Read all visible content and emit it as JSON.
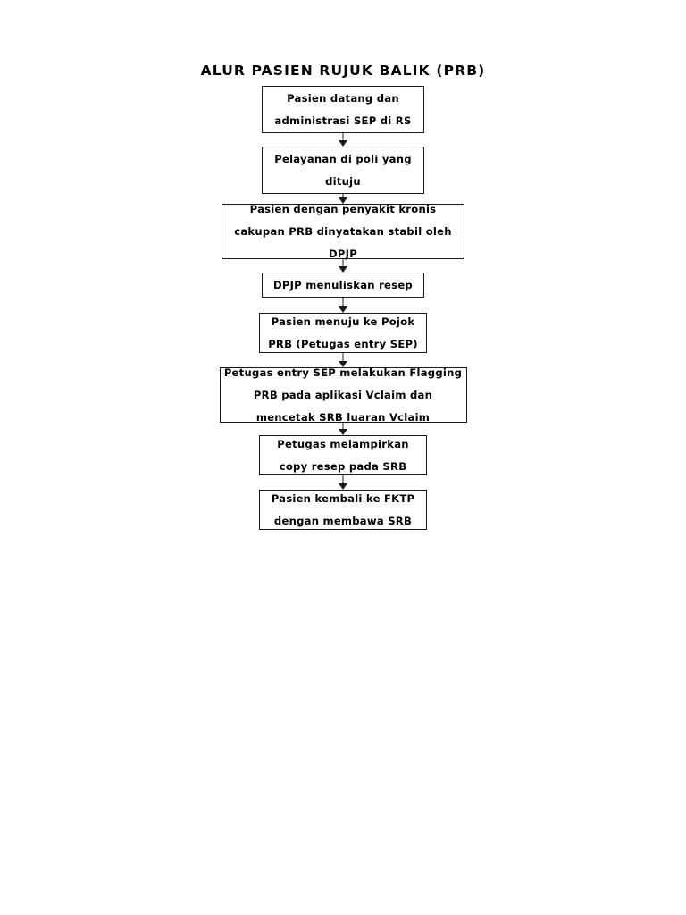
{
  "document": {
    "title": "ALUR PASIEN RUJUK BALIK (PRB)",
    "background_color": "#ffffff",
    "text_color": "#000000",
    "border_color": "#1a1a1a",
    "connector_stem_color": "#8e8e8e",
    "connector_head_color": "#1a1a1a"
  },
  "flowchart": {
    "type": "flowchart",
    "orientation": "vertical",
    "node_count": 8,
    "connector_count": 7,
    "nodes": [
      {
        "id": "node-1",
        "name": "pasien-datang-administrasi-sep",
        "lines": [
          "Pasien datang dan",
          "administrasi SEP di RS"
        ]
      },
      {
        "id": "node-2",
        "name": "pelayanan-di-poli",
        "lines": [
          "Pelayanan di poli yang",
          "dituju"
        ]
      },
      {
        "id": "node-3",
        "name": "pasien-penyakit-kronis-stabil",
        "lines": [
          "Pasien dengan penyakit kronis",
          "cakupan PRB dinyatakan stabil oleh",
          "DPJP"
        ]
      },
      {
        "id": "node-4",
        "name": "dpjp-menuliskan-resep",
        "lines": [
          "DPJP menuliskan resep"
        ]
      },
      {
        "id": "node-5",
        "name": "pasien-menuju-pojok-prb",
        "lines": [
          "Pasien menuju ke Pojok",
          "PRB (Petugas entry SEP)"
        ]
      },
      {
        "id": "node-6",
        "name": "petugas-flagging-vclaim",
        "lines": [
          "Petugas entry SEP melakukan Flagging",
          "PRB pada aplikasi Vclaim dan",
          "mencetak SRB luaran Vclaim"
        ]
      },
      {
        "id": "node-7",
        "name": "petugas-melampirkan-copy-resep",
        "lines": [
          "Petugas melampirkan",
          "copy resep pada SRB"
        ]
      },
      {
        "id": "node-8",
        "name": "pasien-kembali-fktp",
        "lines": [
          "Pasien kembali ke FKTP",
          "dengan membawa SRB"
        ]
      }
    ]
  }
}
